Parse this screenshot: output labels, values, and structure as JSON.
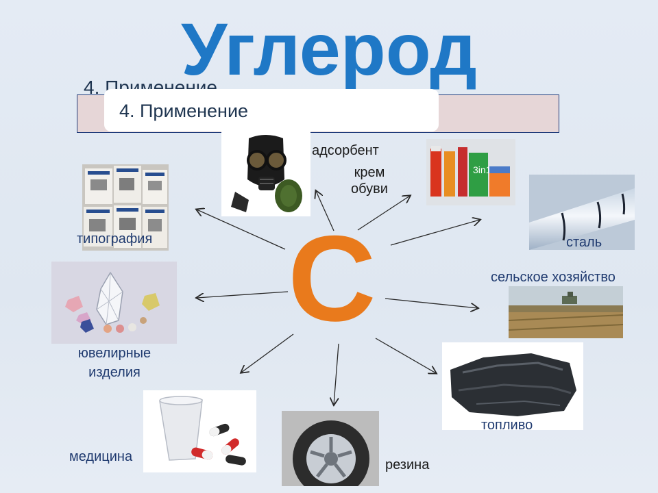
{
  "title": "Углерод",
  "subtitle_back": "4. Применение",
  "subtitle_front": "4. Применение",
  "center_symbol": "C",
  "colors": {
    "title": "#1f78c6",
    "symbol": "#e97a1c",
    "label_blue": "#1f3a6f"
  },
  "applications": {
    "adsorbent": "адсорбент",
    "shoe_cream_1": "крем",
    "shoe_cream_2": "обуви",
    "printing": "типография",
    "steel": "сталь",
    "agriculture": "сельское хозяйство",
    "jewelry_1": "ювелирные",
    "jewelry_2": "изделия",
    "medicine": "медицина",
    "rubber": "резина",
    "fuel": "топливо"
  },
  "images": {
    "gas_mask": "gas-mask-photo",
    "shoe_cream": "shoe-cream-photo",
    "newspapers": "newspapers-photo",
    "steel_pipe": "steel-pipe-photo",
    "field": "field-photo",
    "diamonds": "diamonds-photo",
    "pills": "pills-photo",
    "tire": "tire-photo",
    "coal": "coal-photo"
  }
}
